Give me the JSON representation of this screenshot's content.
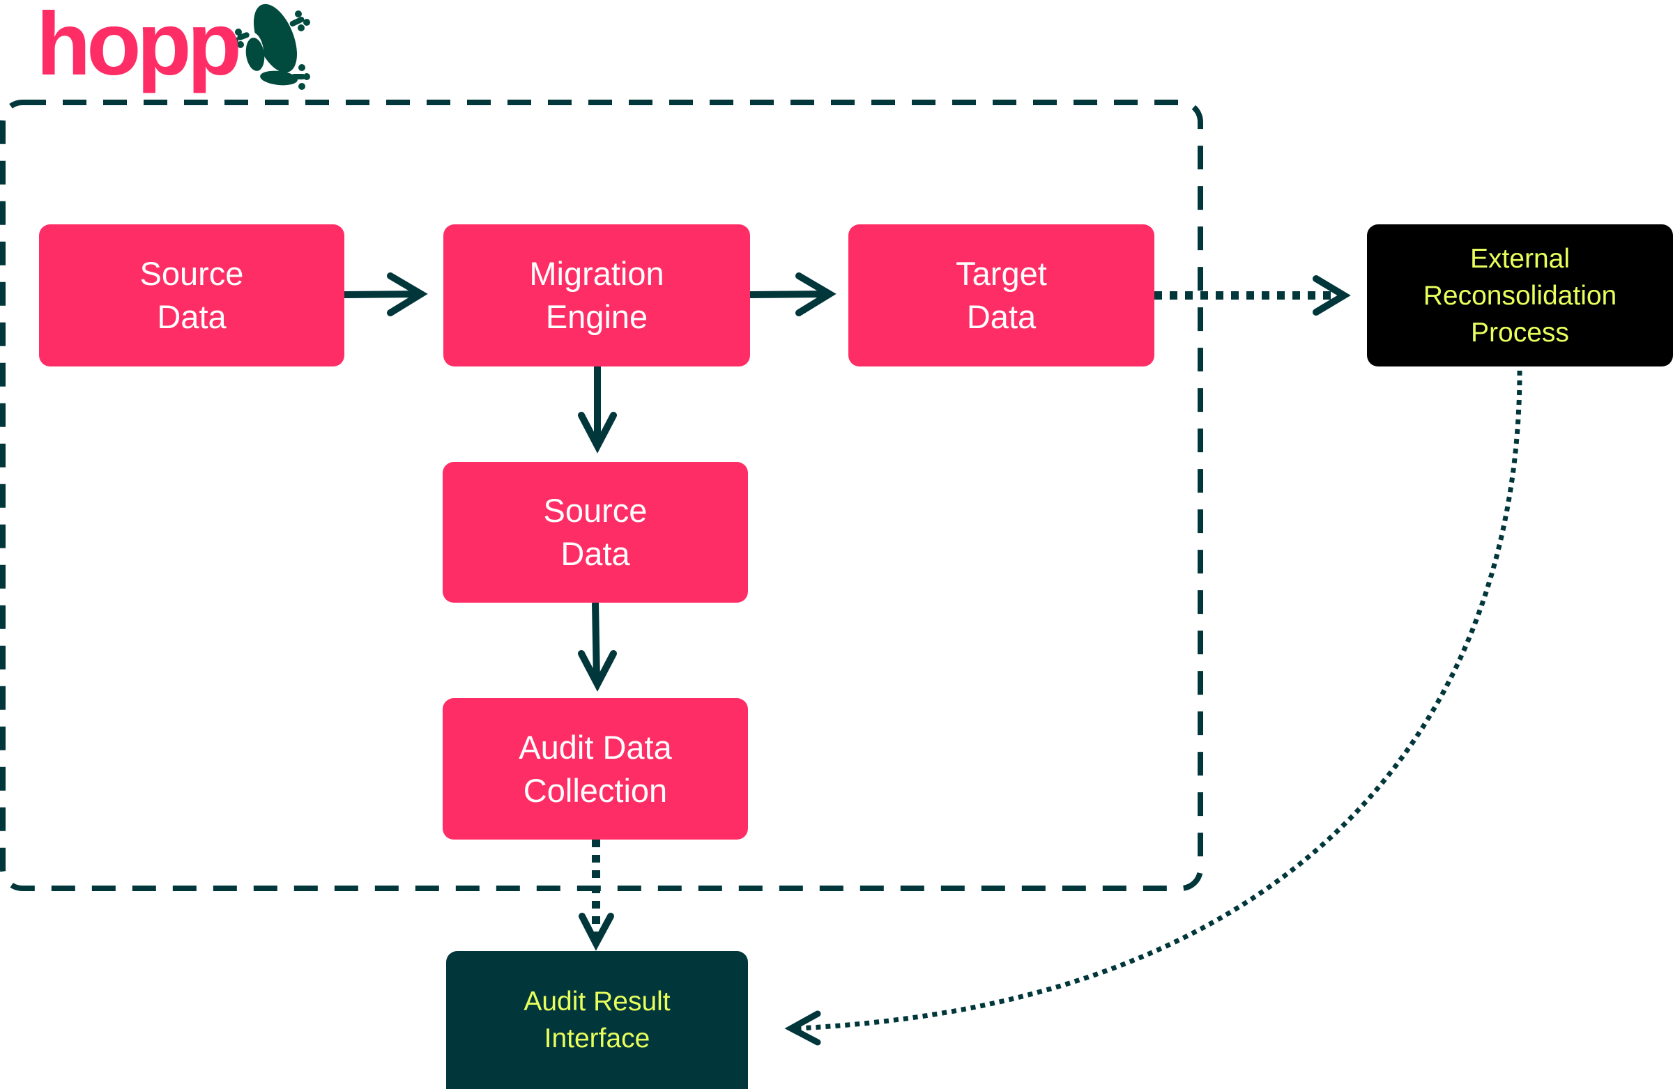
{
  "brand": {
    "name": "hopp",
    "wordmark_color": "#FF2D66",
    "mascot_icon": "frog-icon",
    "mascot_color": "#014A3E"
  },
  "colors": {
    "process_fill": "#FF2D66",
    "process_text": "#FFFFFF",
    "external_fill": "#000000",
    "output_fill": "#01363A",
    "highlight_text": "#E8FF5C",
    "connector": "#01363A"
  },
  "boundary": {
    "style": "dashed",
    "contains": [
      "source-data",
      "migration-engine",
      "target-data",
      "source-data-2",
      "audit-data-collection"
    ]
  },
  "nodes": {
    "source_data": {
      "id": "source-data",
      "lines": [
        "Source",
        "Data"
      ],
      "kind": "process"
    },
    "migration_engine": {
      "id": "migration-engine",
      "lines": [
        "Migration",
        "Engine"
      ],
      "kind": "process"
    },
    "target_data": {
      "id": "target-data",
      "lines": [
        "Target",
        "Data"
      ],
      "kind": "process"
    },
    "source_data_2": {
      "id": "source-data-2",
      "lines": [
        "Source",
        "Data"
      ],
      "kind": "process"
    },
    "audit_data_collection": {
      "id": "audit-data-collection",
      "lines": [
        "Audit Data",
        "Collection"
      ],
      "kind": "process"
    },
    "external_reconsolidation": {
      "id": "external-reconsolidation-process",
      "lines": [
        "External",
        "Reconsolidation",
        "Process"
      ],
      "kind": "external"
    },
    "audit_result_interface": {
      "id": "audit-result-interface",
      "lines": [
        "Audit Result",
        "Interface"
      ],
      "kind": "output"
    }
  },
  "edges": [
    {
      "from": "source-data",
      "to": "migration-engine",
      "style": "solid"
    },
    {
      "from": "migration-engine",
      "to": "target-data",
      "style": "solid"
    },
    {
      "from": "migration-engine",
      "to": "source-data-2",
      "style": "solid"
    },
    {
      "from": "source-data-2",
      "to": "audit-data-collection",
      "style": "solid"
    },
    {
      "from": "target-data",
      "to": "external-reconsolidation-process",
      "style": "dotted"
    },
    {
      "from": "audit-data-collection",
      "to": "audit-result-interface",
      "style": "dotted"
    },
    {
      "from": "external-reconsolidation-process",
      "to": "audit-result-interface",
      "style": "dotted-curved"
    }
  ]
}
